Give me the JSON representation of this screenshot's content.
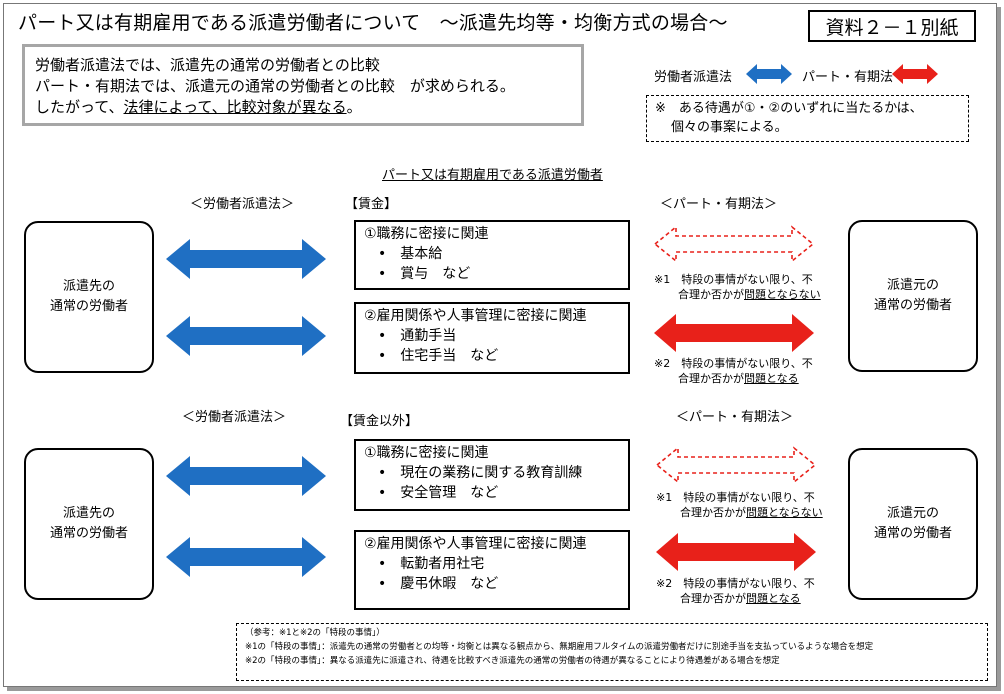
{
  "title": "パート又は有期雇用である派遣労働者について　～派遣先均等・均衡方式の場合～",
  "badge": "資料２－１別紙",
  "intro": {
    "line1": "労働者派遣法では、派遣先の通常の労働者との比較",
    "line2": "パート・有期法では、派遣元の通常の労働者との比較　が求められる。",
    "line3_prefix": "したがって、",
    "line3_underlined": "法律によって、比較対象が異なる",
    "line3_suffix": "。"
  },
  "legend": {
    "dispatch_law": "労働者派遣法",
    "part_law": "パート・有期法"
  },
  "note": {
    "line1": "※　ある待遇が①・②のいずれに当たるかは、",
    "line2": "個々の事案による。"
  },
  "center_title": "パート又は有期雇用である派遣労働者",
  "colors": {
    "blue": "#1f6fc3",
    "red": "#e8211a",
    "red_dashed": "#e8211a"
  },
  "sections": [
    {
      "left_law": "＜労働者派遣法＞",
      "right_law": "＜パート・有期法＞",
      "category": "【賃金】",
      "left_box": {
        "line1": "派遣先の",
        "line2": "通常の労働者"
      },
      "right_box": {
        "line1": "派遣元の",
        "line2": "通常の労働者"
      },
      "items": [
        {
          "heading": "①職務に密接に関連",
          "bullets": [
            "•　基本給",
            "•　賞与　など"
          ],
          "note_prefix": "※1　特段の事情がない限り、不",
          "note_line2_prefix": "合理か否かが",
          "note_line2_underlined": "問題とならない"
        },
        {
          "heading": "②雇用関係や人事管理に密接に関連",
          "bullets": [
            "•　通勤手当",
            "•　住宅手当　など"
          ],
          "note_prefix": "※2　特段の事情がない限り、不",
          "note_line2_prefix": "合理か否かが",
          "note_line2_underlined": "問題となる"
        }
      ]
    },
    {
      "left_law": "＜労働者派遣法＞",
      "right_law": "＜パート・有期法＞",
      "category": "【賃金以外】",
      "left_box": {
        "line1": "派遣先の",
        "line2": "通常の労働者"
      },
      "right_box": {
        "line1": "派遣元の",
        "line2": "通常の労働者"
      },
      "items": [
        {
          "heading": "①職務に密接に関連",
          "bullets": [
            "•　現在の業務に関する教育訓練",
            "•　安全管理　など"
          ],
          "note_prefix": "※1　特段の事情がない限り、不",
          "note_line2_prefix": "合理か否かが",
          "note_line2_underlined": "問題とならない"
        },
        {
          "heading": "②雇用関係や人事管理に密接に関連",
          "bullets": [
            "•　転勤者用社宅",
            "•　慶弔休暇　など"
          ],
          "note_prefix": "※2　特段の事情がない限り、不",
          "note_line2_prefix": "合理か否かが",
          "note_line2_underlined": "問題となる"
        }
      ]
    }
  ],
  "footer": {
    "line1": "（参考：※1と※2の「特段の事情」）",
    "line2": "※1の「特段の事情」：派遣先の通常の労働者との均等・均衡とは異なる観点から、無期雇用フルタイムの派遣労働者だけに別途手当を支払っているような場合を想定",
    "line3": "※2の「特段の事情」：異なる派遣先に派遣され、待遇を比較すべき派遣先の通常の労働者の待遇が異なることにより待遇差がある場合を想定"
  }
}
